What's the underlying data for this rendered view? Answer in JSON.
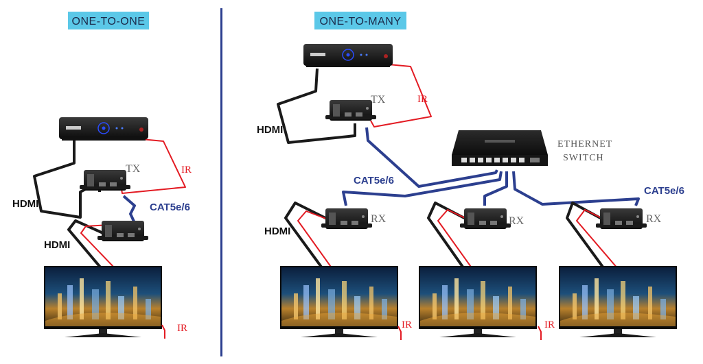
{
  "sections": {
    "left_title": "ONE-TO-ONE",
    "right_title": "ONE-TO-MANY"
  },
  "colors": {
    "title_bg": "#5bc8e8",
    "divider": "#2c3f8f",
    "cat_cable": "#2c3f8f",
    "hdmi_cable": "#1a1a1a",
    "ir_cable": "#e31b23"
  },
  "left": {
    "tx_label": "TX",
    "ir_label_top": "IR",
    "hdmi_label_top": "HDMI",
    "cat_label": "CAT5e/6",
    "hdmi_label_bottom": "HDMI",
    "ir_label_bottom": "IR"
  },
  "right": {
    "tx_label": "TX",
    "ir_label_top": "IR",
    "hdmi_label_top": "HDMI",
    "switch_label_line1": "ETHERNET",
    "switch_label_line2": "SWITCH",
    "cat_label_left": "CAT5e/6",
    "cat_label_right": "CAT5e/6",
    "rx_labels": [
      "RX",
      "RX",
      "RX"
    ],
    "hdmi_label_rx": "HDMI",
    "ir_labels": [
      "IR",
      "IR"
    ]
  },
  "icons": [
    "set-top-box-icon",
    "tx-extender-icon",
    "rx-extender-icon",
    "tv-icon",
    "ethernet-switch-icon"
  ]
}
